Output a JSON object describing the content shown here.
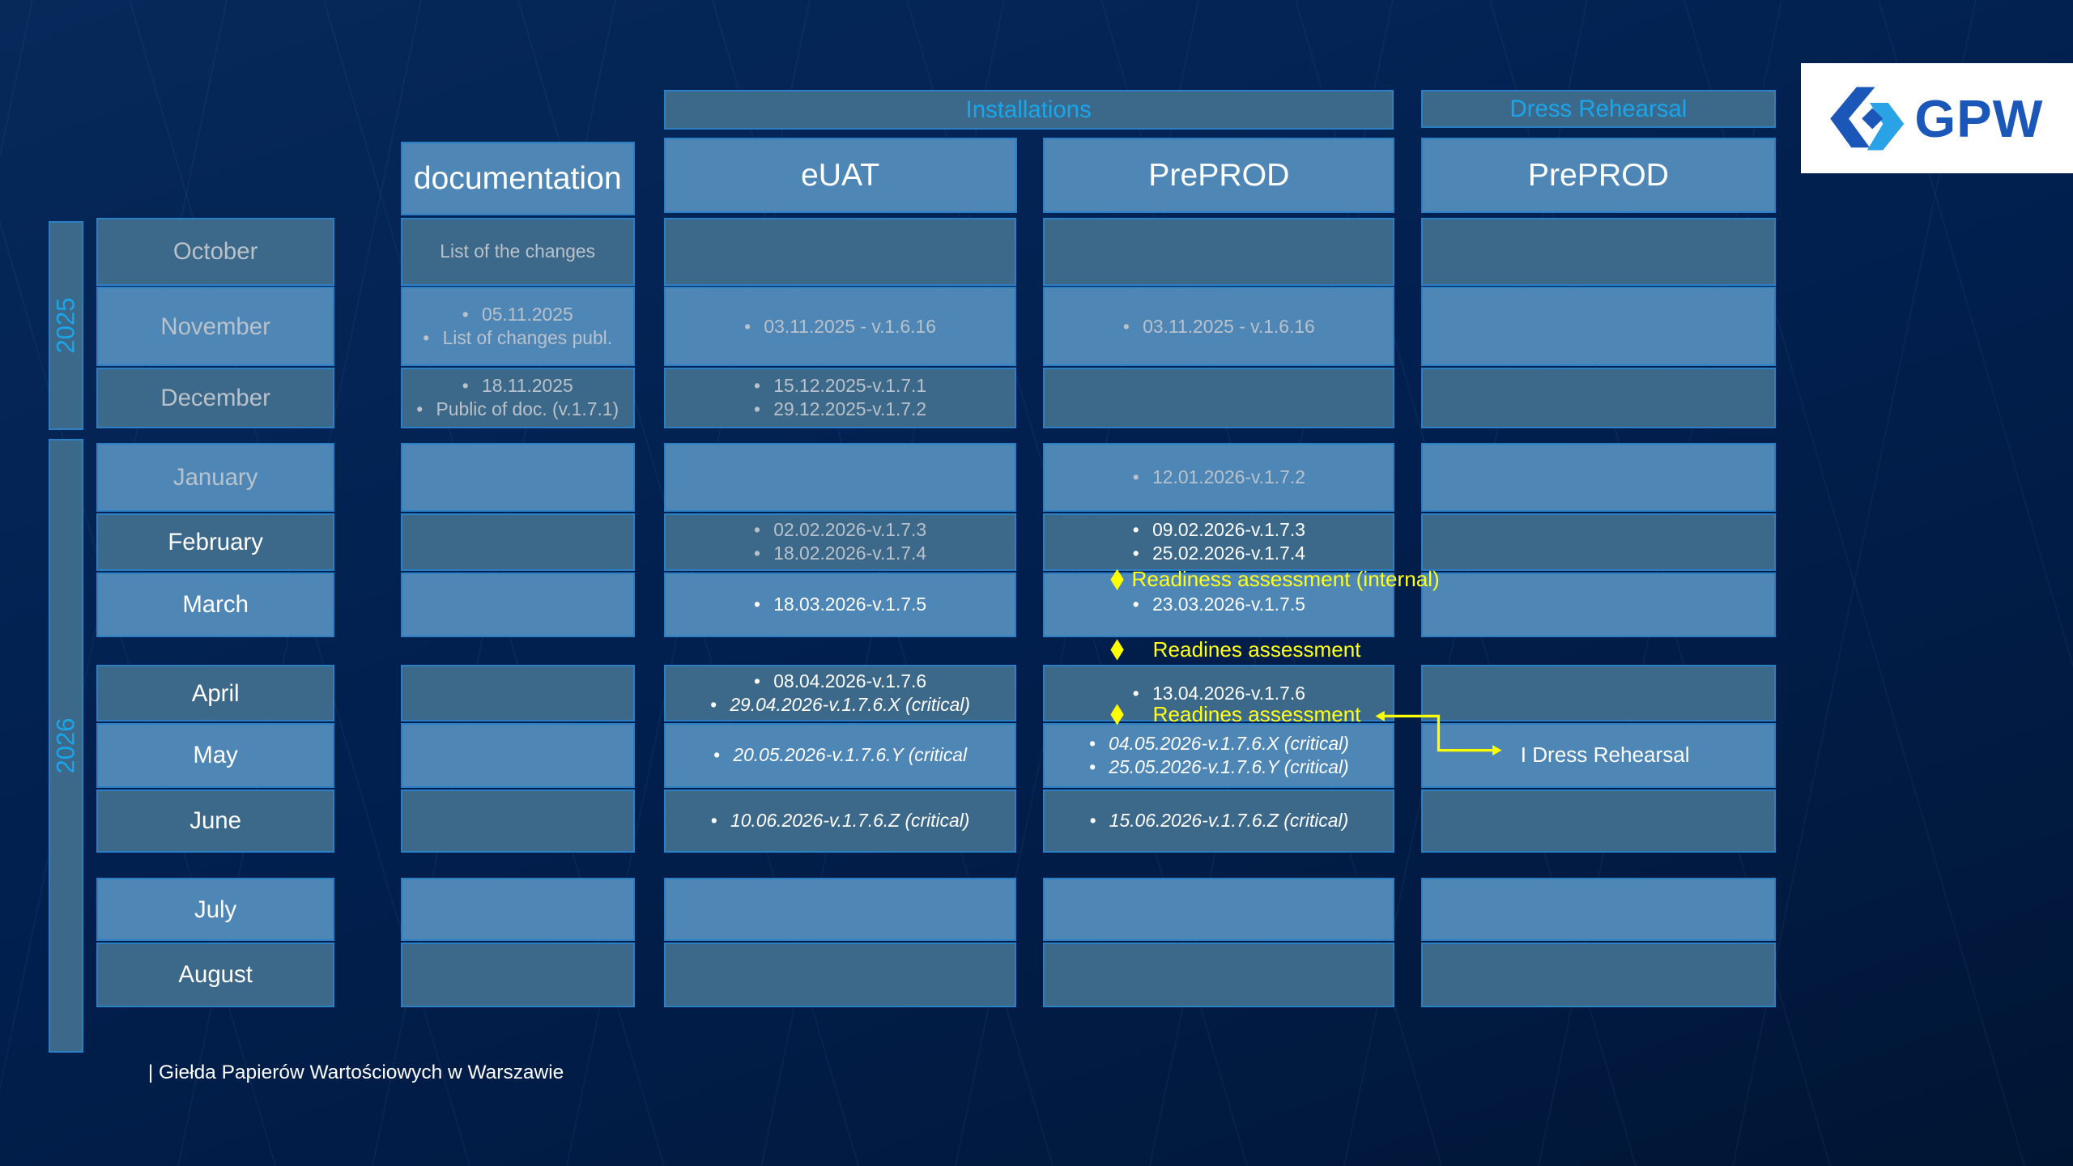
{
  "header": {
    "installations": "Installations",
    "dress_rehearsal": "Dress Rehearsal",
    "columns": {
      "documentation": "documentation",
      "euat": "eUAT",
      "preprod": "PrePROD",
      "dress_preprod": "PrePROD"
    }
  },
  "years": {
    "y2025": "2025",
    "y2026": "2026"
  },
  "rows": [
    {
      "month": "October",
      "tone": "dark",
      "gray": true,
      "doc": [
        {
          "t": "List of the changes",
          "plain": true,
          "g": true
        }
      ],
      "euat": [],
      "preprod": [],
      "dress": []
    },
    {
      "month": "November",
      "tone": "light",
      "gray": true,
      "doc": [
        {
          "t": "05.11.2025",
          "g": true
        },
        {
          "t": "List of changes publ.",
          "g": true
        }
      ],
      "euat": [
        {
          "t": "03.11.2025 - v.1.6.16",
          "g": true
        }
      ],
      "preprod": [
        {
          "t": "03.11.2025 - v.1.6.16",
          "g": true
        }
      ],
      "dress": []
    },
    {
      "month": "December",
      "tone": "dark",
      "gray": true,
      "doc": [
        {
          "t": "18.11.2025",
          "g": true
        },
        {
          "t": "Public of doc. (v.1.7.1)",
          "g": true
        }
      ],
      "euat": [
        {
          "t": "15.12.2025-v.1.7.1",
          "g": true
        },
        {
          "t": "29.12.2025-v.1.7.2",
          "g": true
        }
      ],
      "preprod": [],
      "dress": []
    },
    {
      "month": "January",
      "tone": "light",
      "gray": true,
      "doc": [],
      "euat": [],
      "preprod": [
        {
          "t": "12.01.2026-v.1.7.2",
          "g": true
        }
      ],
      "dress": []
    },
    {
      "month": "February",
      "tone": "dark",
      "gray": false,
      "doc": [],
      "euat": [
        {
          "t": "02.02.2026-v.1.7.3",
          "g": true
        },
        {
          "t": "18.02.2026-v.1.7.4",
          "g": true
        }
      ],
      "preprod": [
        {
          "t": "09.02.2026-v.1.7.3"
        },
        {
          "t": "25.02.2026-v.1.7.4"
        }
      ],
      "dress": []
    },
    {
      "month": "March",
      "tone": "light",
      "gray": false,
      "doc": [],
      "euat": [
        {
          "t": "18.03.2026-v.1.7.5"
        }
      ],
      "preprod": [
        {
          "t": "23.03.2026-v.1.7.5"
        }
      ],
      "dress": []
    },
    {
      "month": "April",
      "tone": "dark",
      "gray": false,
      "doc": [],
      "euat": [
        {
          "t": "08.04.2026-v.1.7.6"
        },
        {
          "t": "29.04.2026-v.1.7.6.X  (critical)",
          "i": true
        }
      ],
      "preprod": [
        {
          "t": "13.04.2026-v.1.7.6"
        }
      ],
      "dress": []
    },
    {
      "month": "May",
      "tone": "light",
      "gray": false,
      "doc": [],
      "euat": [
        {
          "t": "20.05.2026-v.1.7.6.Y  (critical",
          "i": true
        }
      ],
      "preprod": [
        {
          "t": "04.05.2026-v.1.7.6.X (critical)",
          "i": true
        },
        {
          "t": "25.05.2026-v.1.7.6.Y (critical)",
          "i": true
        }
      ],
      "dress": [
        {
          "t": "I Dress Rehearsal",
          "plain": true
        }
      ]
    },
    {
      "month": "June",
      "tone": "dark",
      "gray": false,
      "doc": [],
      "euat": [
        {
          "t": "10.06.2026-v.1.7.6.Z (critical)",
          "i": true
        }
      ],
      "preprod": [
        {
          "t": "15.06.2026-v.1.7.6.Z (critical)",
          "i": true
        }
      ],
      "dress": []
    },
    {
      "month": "July",
      "tone": "light",
      "gray": false,
      "doc": [],
      "euat": [],
      "preprod": [],
      "dress": []
    },
    {
      "month": "August",
      "tone": "dark",
      "gray": false,
      "doc": [],
      "euat": [],
      "preprod": [],
      "dress": []
    }
  ],
  "annotations": {
    "internal": "Readiness assessment (internal)",
    "ra1": "Readines assessment",
    "ra2": "Readines assessment"
  },
  "logo": {
    "text": "GPW"
  },
  "footer": "| Giełda Papierów Wartościowych w Warszawie",
  "colors": {
    "background": "#001f4a",
    "cell_light": "#4e86b6",
    "cell_dark": "#3c6889",
    "accent": "#1aa6ea",
    "milestone": "#ffff1a"
  }
}
